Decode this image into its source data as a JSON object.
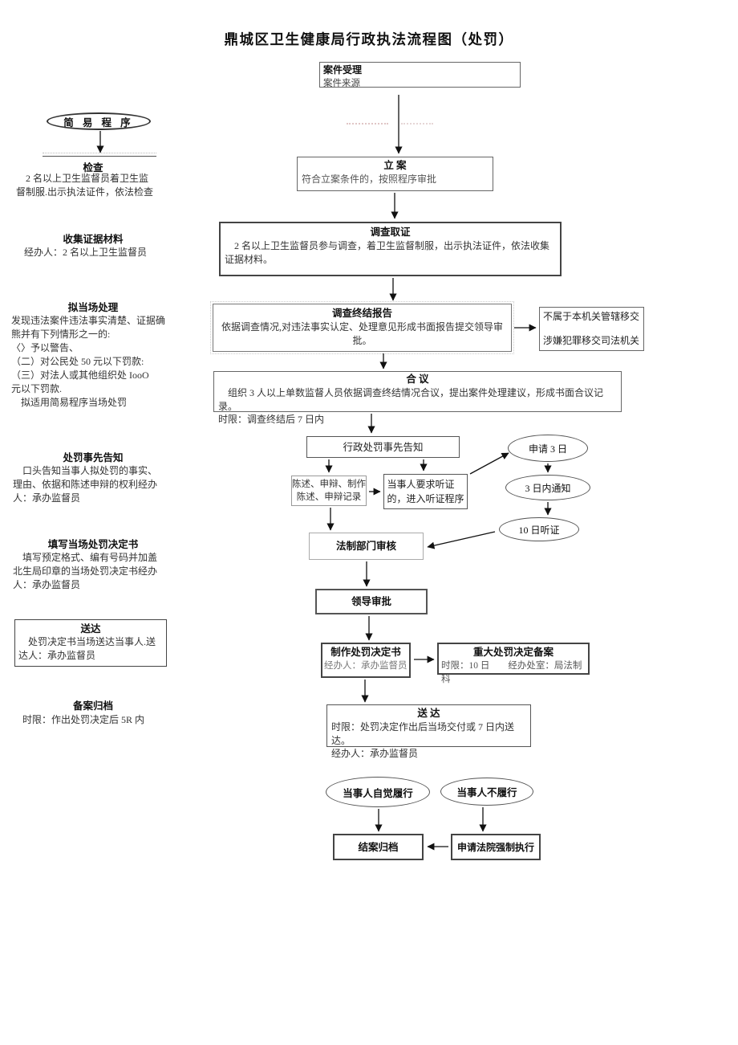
{
  "page": {
    "title": "鼎城区卫生健康局行政执法流程图（处罚）"
  },
  "intake": {
    "title": "案件受理",
    "body": "案件来源"
  },
  "sidebar": {
    "procedure_label": "简 易 程 序",
    "sections": [
      {
        "heading": "检查",
        "body": "　2 名以上卫生监督员着卫生监\n督制服.出示执法证件，依法检查"
      },
      {
        "heading": "收集证据材料",
        "body": "经办人：2 名以上卫生监督员"
      },
      {
        "heading": "拟当场处理",
        "body": "发现违法案件违法事实清楚、证据确\n熊并有下列情形之一的:\n〈〉予以警告、\n（二）对公民处 50 元以下罚款:\n（三）对法人或其他组织处 IooO\n元以下罚款.\n　拟适用简易程序当场处罚"
      },
      {
        "heading": "处罚事先告知",
        "body": "　口头告知当事人拟处罚的事实、\n理由、依据和陈述申辩的权利经办\n人：承办监督员"
      },
      {
        "heading": "填写当场处罚决定书",
        "body": "　填写预定格式、编有号码并加盖\n北生局印章的当场处罚决定书经办\n人：承办监督员"
      },
      {
        "heading": "送达",
        "body": "　处罚决定书当场送达当事人.送\n达人：承办监督员"
      },
      {
        "heading": "备案归档",
        "body": "时限：作出处罚决定后 5R 内"
      }
    ]
  },
  "flow": {
    "filing": {
      "title": "立 案",
      "body": "符合立案条件的，按照程序审批"
    },
    "evidence": {
      "title": "调查取证",
      "body": "　2 名以上卫生监督员参与调查，着卫生监督制服，出示执法证件，依法收集证据材料。"
    },
    "report": {
      "title": "调查终结报告",
      "body": "依据调查情况,对违法事实认定、处理意见形成书面报告提交领导审批。"
    },
    "transfer": {
      "line1": "不属于本机关管辖移交",
      "line2": "涉嫌犯罪移交司法机关"
    },
    "deliberation": {
      "title": "合 议",
      "body": "　组织 3 人以上单数监督人员依据调查终结情况合议，提出案件处理建议，形成书面合议记录。\n时限：调查终结后 7 日内"
    },
    "prior_notice": "行政处罚事先告知",
    "statement": "陈述、申辩、制作\n陈述、申辩记录",
    "hearing_entry": "当事人要求听证\n的，进入听证程序",
    "apply_3d": "申请 3 日",
    "notify_3d": "3 日内通知",
    "hearing_10d": "10 日听证",
    "legal_review": "法制部门审核",
    "leader_approval": "领导审批",
    "decision": {
      "title": "制作处罚决定书",
      "body": "经办人：承办监督员"
    },
    "major_record": {
      "title": "重大处罚决定备案",
      "body": "时限：10 日　　经办处室：局法制科"
    },
    "delivery": {
      "title": "送 达",
      "body": "时限：处罚决定作出后当场交付或 7 日内送达。\n经办人：承办监督员"
    },
    "voluntary": "当事人自觉履行",
    "refusal": "当事人不履行",
    "closing": "结案归档",
    "enforcement": "申请法院强制执行"
  }
}
